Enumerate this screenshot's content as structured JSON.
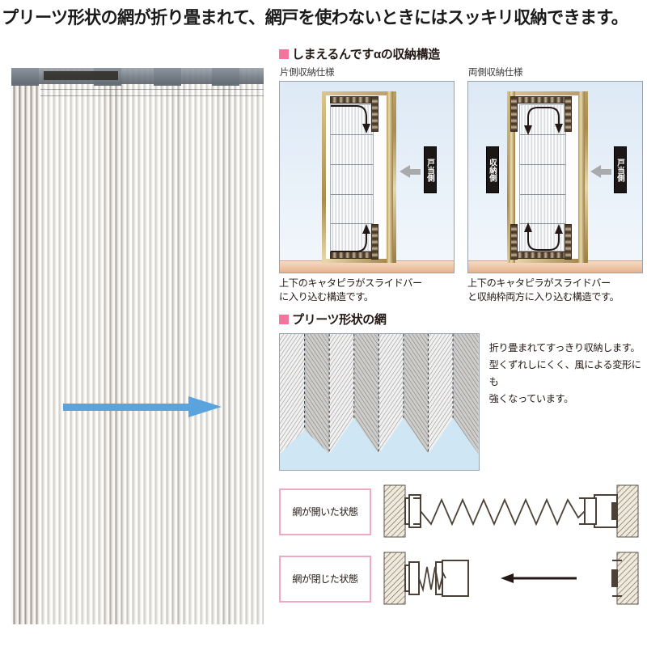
{
  "header": {
    "title": "プリーツ形状の網が折り畳まれて、網戸を使わないときにはスッキリ収納できます。"
  },
  "photo": {
    "name": "pleated-screen-door-photo",
    "arrow_color": "#5BA3DC",
    "arrow_direction": "right"
  },
  "storage_section": {
    "marker_color": "#F2759C",
    "title": "しまえるんですαの収納構造",
    "columns": [
      {
        "heading": "片側収納仕様",
        "labels": [
          "戸当側"
        ],
        "caption_lines": [
          "上下のキャタピラがスライドバー",
          "に入り込む構造です。"
        ]
      },
      {
        "heading": "両側収納仕様",
        "labels": [
          "収納側",
          "戸当側"
        ],
        "caption_lines": [
          "上下のキャタピラがスライドバー",
          "と収納枠両方に入り込む構造です。"
        ]
      }
    ]
  },
  "pleat_section": {
    "marker_color": "#F2759C",
    "title": "プリーツ形状の網",
    "description_lines": [
      "折り畳まれてすっきり収納します。",
      "型くずれしにくく、風による変形にも",
      "強くなっています。"
    ]
  },
  "mechanism_section": {
    "rows": [
      {
        "label": "網が開いた状態",
        "state": "open"
      },
      {
        "label": "網が閉じた状態",
        "state": "closed"
      }
    ],
    "border_color": "#F0A9C0"
  }
}
